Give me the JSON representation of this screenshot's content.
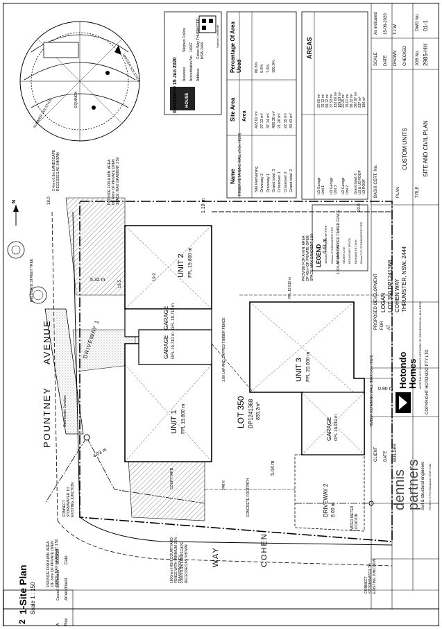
{
  "sheet_title": "1-Site Plan",
  "sheet_number": "2",
  "scale_note": "Scale 1 : 150",
  "streets": {
    "pountney": "POUNTNEY",
    "avenue": "AVENUE",
    "cohen": "COHEN",
    "way": "WAY"
  },
  "site_area_table": {
    "headers": [
      "Name",
      "Site Area",
      "Percentage Of Area Used"
    ],
    "col_area": "Area",
    "rows": [
      [
        "Site Remaining",
        "422.02 m²",
        "86.8%"
      ],
      [
        "Driveway 2",
        "27.13 m²",
        "5.6%"
      ],
      [
        "Driveway 1",
        "37.14 m²",
        "7.6%"
      ],
      [
        "Grand total: 3",
        "486.30 m²",
        "100.0%"
      ],
      [
        "Crossover 1",
        "21.28 m²",
        ""
      ],
      [
        "Crossover 2",
        "22.15 m²",
        ""
      ],
      [
        "Grand total: 2",
        "43.43 m²",
        ""
      ]
    ]
  },
  "areas_table": {
    "title": "AREAS",
    "rows": [
      [
        "U1 Garage",
        "20.00 m²"
      ],
      [
        "Unit 1",
        "79.72 m²"
      ],
      [
        "",
        "99.72 m²"
      ],
      [
        "U3 Garage",
        "37.93 m²"
      ],
      [
        "Unit 3",
        "132.00 m²"
      ],
      [
        "",
        "169.93 m²"
      ],
      [
        "U2 Garage",
        "20.25 m²"
      ],
      [
        "Unit 2",
        "78.07 m²"
      ],
      [
        "",
        "98.32 m²"
      ],
      [
        "Grand total: 6",
        "367.97 m²"
      ],
      [
        "U1 & U2 ROOF",
        "237 m²"
      ],
      [
        "U3 ROOF",
        "196 m²"
      ]
    ]
  },
  "legend": {
    "title": "LEGEND",
    "items": [
      "1800mm STORMWATER PIPE",
      "900mm STORMWATER PIPE",
      "IR DOWNPIPE",
      "SEWER LINE",
      "BOUNDARY FENCE",
      "RAINWATER TANK",
      "90mm PVC STORMWATER PIPE"
    ]
  },
  "basix": {
    "cert_id": "0004929010 15 Jun 2020",
    "assessor_label": "Assessor",
    "assessor": "Stephen Collins",
    "accreditation_label": "Accreditation No.",
    "accreditation": "10067",
    "address_label": "Address",
    "address": "Cohen Way THURMSTER NSW 2444",
    "brand": "HOUSE",
    "caption": "Nathers Certificate"
  },
  "title_block": {
    "project_label": "PROPOSED DEVELOPMENT",
    "for_label": "FOR",
    "client": "LOGAN",
    "at_label": "AT",
    "lot": "LOT 350 DP1241368",
    "street": "COHEN WAY",
    "suburb": "THRUMSTER, NSW, 2444",
    "basix_cert": "BASIX CERT. No.",
    "plan_label": "PLAN",
    "plan_value": "CUSTOM UNITS",
    "title_label": "TITLE",
    "title_value": "SITE AND CIVIL PLAN",
    "scale_label": "SCALE",
    "scale_value": "As indicated",
    "date_label": "DATE",
    "date_value": "15-06-2020",
    "drawn_label": "DRAWN",
    "drawn_value": "T.J.W",
    "checked_label": "CHECKED",
    "checked_value": "",
    "job_label": "JOB No.",
    "job_value": "2985-HH",
    "dwg_label": "DWG No.",
    "dwg_value": "01-1",
    "client_sign": "CLIENT",
    "builder_sign": "BUILDER",
    "date_sign": "DATE"
  },
  "builder": {
    "name_line1": "Hotondo",
    "name_line2": "Homes",
    "tagline": "AUSTRALIA'S LEADING NETWORK OF PROFESSIONAL BUILDERS",
    "copyright": "COPYRIGHT HOTONDO PTY LTD"
  },
  "engineer": {
    "name_line1": "dennis",
    "name_line2": "partners",
    "sub": "civil & structural engineers",
    "detail": "PO BOX 9 Port Macquarie NSW 2444"
  },
  "revisions": {
    "headers": [
      "Rev",
      "Amendment",
      "Date"
    ],
    "rows": [
      [
        "A",
        "Council Submission",
        "5/06/2020"
      ]
    ]
  },
  "labels": {
    "unit1": "UNIT 1",
    "unit1_ffl": "FFL 19.800 m",
    "unit2": "UNIT 2",
    "unit2_ffl": "FFL 19.800 m",
    "unit3": "UNIT 3",
    "unit3_ffl": "FFL 20.000 m",
    "garage1": "GARAGE",
    "garage1_gfl": "GFL 19.710 m",
    "garage2": "GARAGE",
    "garage2_gfl": "GFL 19.710 m",
    "garage3": "GARAGE",
    "garage3_gfl": "GFL 19.910 m",
    "lot": "LOT 350",
    "dp": "DP1241368",
    "lot_area": "855.2m²",
    "driveway1": "DRIVEWAY 1",
    "driveway2": "DRIVEWAY 2",
    "driveway2_w": "6.00 m",
    "courtyard": "COURTYARD",
    "path": "PATH",
    "dim_503": "5.04 m",
    "dim_403": "4.03 m",
    "dim_532": "5.32 m",
    "dim_661": "6.61 m",
    "dim_110": "1.10 m",
    "dim_090": "0.90 m",
    "ffl_u3_porch": "FFL 19.910 m",
    "timber_wall": "TIMBER RETAINING WALL (0.6m HIGH)",
    "timber_wall2": "TIMBER RETAINING WALL (MAX 0.6m HIGH)",
    "fence_note1": "1.80 LAP AND CAPPED TIMBER FENCE",
    "fence_note2": "1.80 LAP AND CAPPED TIMBER FENCE",
    "pos_note1": "PROVIDE FOR A MIN. AREA OF 48m² OF PRIVATE OPEN SPACE, MAX GRADIENT 1:50",
    "pos_note2": "PROVIDE FOR A MIN. AREA OF 48m² OF PRIVATE OPEN SPACE, MAX GRADIENT 1:50",
    "pos_note3": "PROVIDE FOR A MIN. AREA OF 24m² OF PRIVATE OPEN SPACE, MAX GRADIENT 1:50",
    "landscape_note1": "2.4m x 0.9m LANDSCAPE RECESSES AS SHOWN",
    "landscape_note2": "2.4m x 0.9m LANDSCAPE RECESSES AS SHOWN",
    "tree_note": "RELOCATE STREET TREE",
    "sw_note": "CONNECT STORMWATER TO EXISTING JUNCTION",
    "sw_note2": "CONNECT STORMWATER TO EXISTING JUNCTION",
    "water_meter": "WATER METER LOCATION",
    "concrete": "CONCRETE FOOTPATH",
    "courtyard_fence": "1800mm HIGH COURTYARD FENCE WITH MINIMUM 25% TRANSPARENCY",
    "sewer_junction": "Stormwater Junction",
    "ie_200": "20.0",
    "ie_180": "18.0",
    "ie_190": "19.0",
    "ie_195": "19.5"
  },
  "compass": {
    "labels": [
      "SUMMER SOLSTICE",
      "WINTER SOLSTICE",
      "EQUINOX"
    ],
    "north": "N"
  }
}
